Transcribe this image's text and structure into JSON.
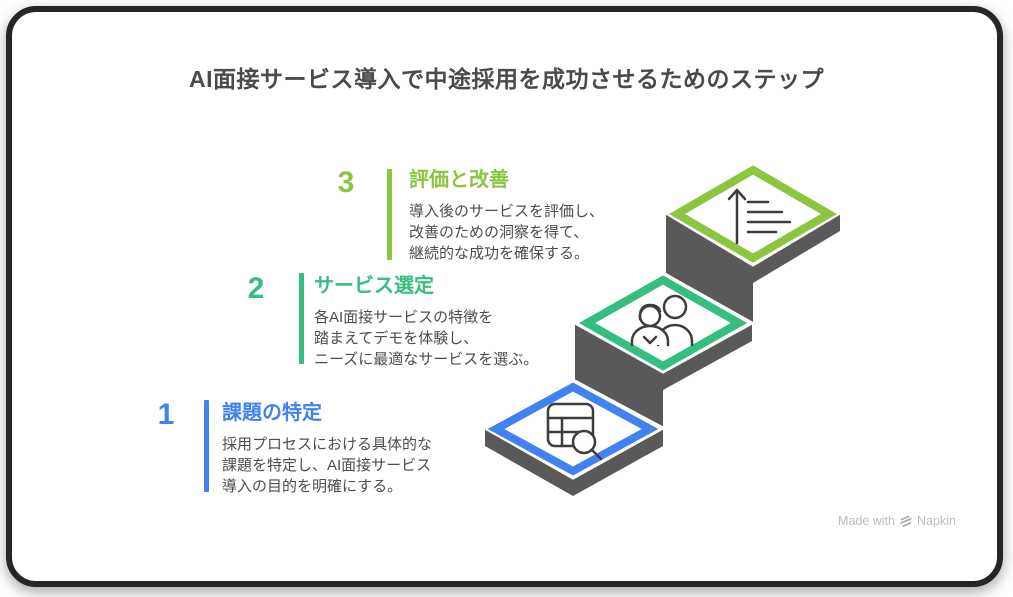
{
  "title": "AI面接サービス導入で中途採用を成功させるためのステップ",
  "steps": [
    {
      "number": "1",
      "title": "課題の特定",
      "color": "#4182F0",
      "icon": "table-search-icon",
      "desc": [
        "採用プロセスにおける具体的な",
        "課題を特定し、AI面接サービス",
        "導入の目的を明確にする。"
      ]
    },
    {
      "number": "2",
      "title": "サービス選定",
      "color": "#35BE80",
      "icon": "people-icon",
      "desc": [
        "各AI面接サービスの特徴を",
        "踏まえてデモを体験し、",
        "ニーズに最適なサービスを選ぶ。"
      ]
    },
    {
      "number": "3",
      "title": "評価と改善",
      "color": "#8CC540",
      "icon": "growth-list-icon",
      "desc": [
        "導入後のサービスを評価し、",
        "改善のための洞察を得て、",
        "継続的な成功を確保する。"
      ]
    }
  ],
  "colors": {
    "stair_gray": "#595959",
    "icon_stroke": "#3D3D3D",
    "title_text": "#4A4A4A",
    "body_text": "#4D4D4D",
    "frame_border": "#262626",
    "footer_text": "#BDBDBD",
    "logo_gray": "#A9A9A9"
  },
  "footer": {
    "made_with": "Made with",
    "brand": "Napkin"
  }
}
